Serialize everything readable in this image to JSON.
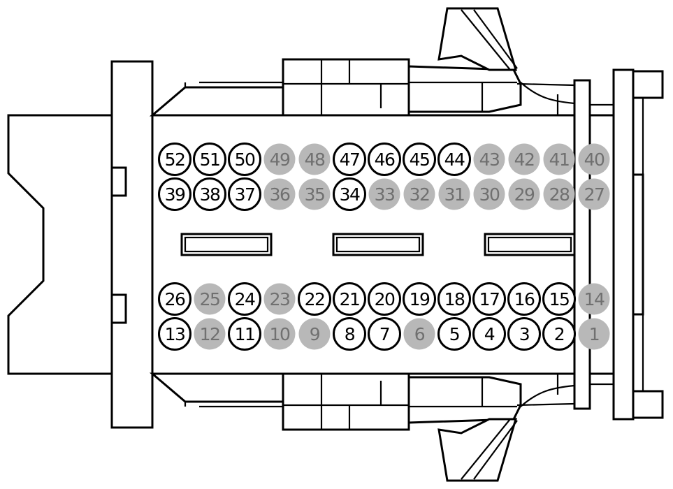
{
  "colors": {
    "outline": "#000000",
    "background": "#ffffff",
    "used_pin_fill": "#ffffff",
    "used_pin_text": "#000000",
    "unused_pin_fill": "#b8b8b8",
    "unused_pin_text": "#707070"
  },
  "pins": [
    {
      "label": "52",
      "used": true
    },
    {
      "label": "51",
      "used": true
    },
    {
      "label": "50",
      "used": true
    },
    {
      "label": "49",
      "used": false
    },
    {
      "label": "48",
      "used": false
    },
    {
      "label": "47",
      "used": true
    },
    {
      "label": "46",
      "used": true
    },
    {
      "label": "45",
      "used": true
    },
    {
      "label": "44",
      "used": true
    },
    {
      "label": "43",
      "used": false
    },
    {
      "label": "42",
      "used": false
    },
    {
      "label": "41",
      "used": false
    },
    {
      "label": "40",
      "used": false
    },
    {
      "label": "39",
      "used": true
    },
    {
      "label": "38",
      "used": true
    },
    {
      "label": "37",
      "used": true
    },
    {
      "label": "36",
      "used": false
    },
    {
      "label": "35",
      "used": false
    },
    {
      "label": "34",
      "used": true
    },
    {
      "label": "33",
      "used": false
    },
    {
      "label": "32",
      "used": false
    },
    {
      "label": "31",
      "used": false
    },
    {
      "label": "30",
      "used": false
    },
    {
      "label": "29",
      "used": false
    },
    {
      "label": "28",
      "used": false
    },
    {
      "label": "27",
      "used": false
    },
    {
      "label": "26",
      "used": true
    },
    {
      "label": "25",
      "used": false
    },
    {
      "label": "24",
      "used": true
    },
    {
      "label": "23",
      "used": false
    },
    {
      "label": "22",
      "used": true
    },
    {
      "label": "21",
      "used": true
    },
    {
      "label": "20",
      "used": true
    },
    {
      "label": "19",
      "used": true
    },
    {
      "label": "18",
      "used": true
    },
    {
      "label": "17",
      "used": true
    },
    {
      "label": "16",
      "used": true
    },
    {
      "label": "15",
      "used": true
    },
    {
      "label": "14",
      "used": false
    },
    {
      "label": "13",
      "used": true
    },
    {
      "label": "12",
      "used": false
    },
    {
      "label": "11",
      "used": true
    },
    {
      "label": "10",
      "used": false
    },
    {
      "label": "9",
      "used": false
    },
    {
      "label": "8",
      "used": true
    },
    {
      "label": "7",
      "used": true
    },
    {
      "label": "6",
      "used": false
    },
    {
      "label": "5",
      "used": true
    },
    {
      "label": "4",
      "used": true
    },
    {
      "label": "3",
      "used": true
    },
    {
      "label": "2",
      "used": true
    },
    {
      "label": "1",
      "used": false
    }
  ]
}
